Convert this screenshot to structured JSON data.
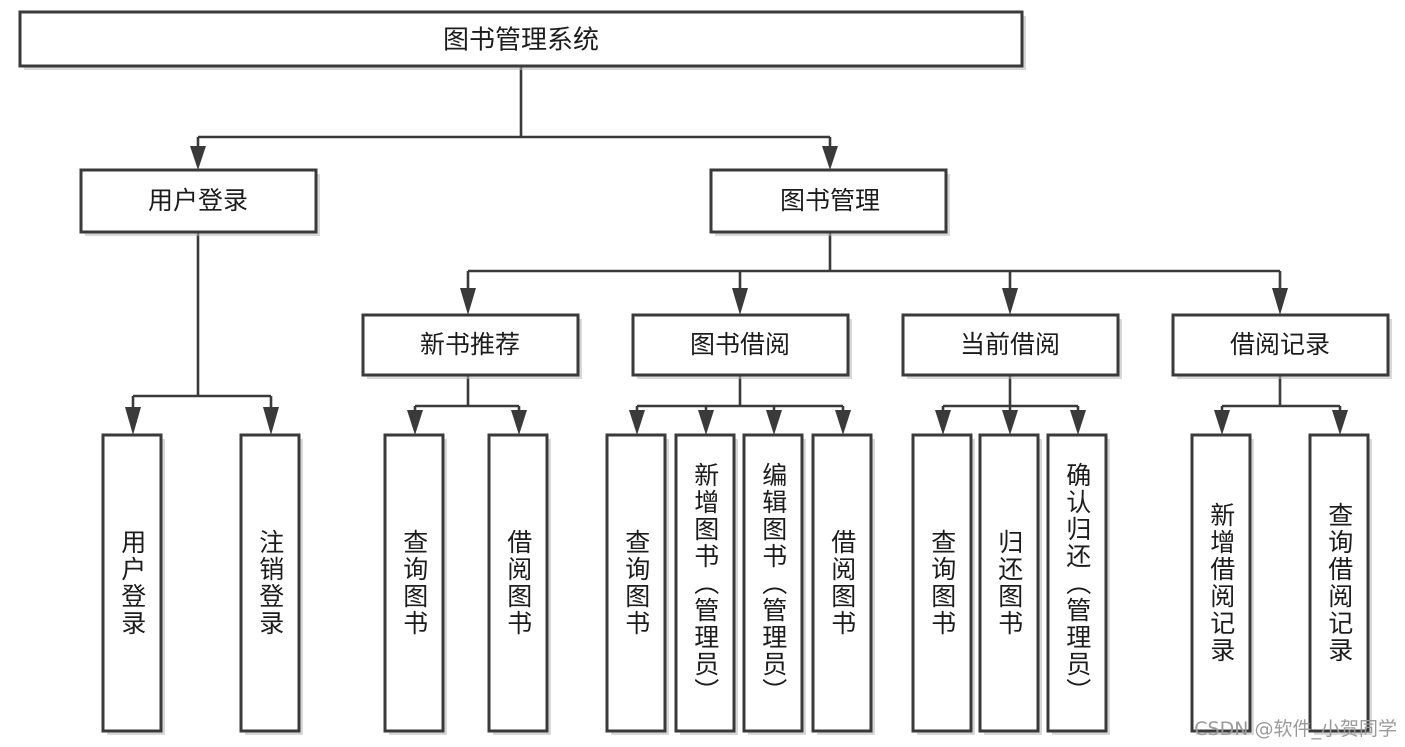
{
  "diagram": {
    "title": "图书管理系统",
    "type": "tree",
    "watermark": "CSDN @软件_小贺同学",
    "colors": {
      "box_stroke": "#3a3a3a",
      "box_fill": "#ffffff",
      "connector": "#3a3a3a",
      "text": "#1c1c1c",
      "watermark": "#9a9a9a"
    },
    "nodes": {
      "root": {
        "label": "图书管理系统",
        "level": 1,
        "orientation": "horizontal"
      },
      "l2": [
        {
          "label": "用户登录",
          "level": 2,
          "orientation": "horizontal"
        },
        {
          "label": "图书管理",
          "level": 2,
          "orientation": "horizontal"
        }
      ],
      "l3": [
        {
          "label": "新书推荐",
          "level": 3,
          "orientation": "horizontal"
        },
        {
          "label": "图书借阅",
          "level": 3,
          "orientation": "horizontal"
        },
        {
          "label": "当前借阅",
          "level": 3,
          "orientation": "horizontal"
        },
        {
          "label": "借阅记录",
          "level": 3,
          "orientation": "horizontal"
        }
      ],
      "leaves": {
        "user_login": [
          {
            "label": "用户登录",
            "orientation": "vertical"
          },
          {
            "label": "注销登录",
            "orientation": "vertical"
          }
        ],
        "new_book": [
          {
            "label": "查询图书",
            "orientation": "vertical"
          },
          {
            "label": "借阅图书",
            "orientation": "vertical"
          }
        ],
        "book_borrow": [
          {
            "label": "查询图书",
            "orientation": "vertical"
          },
          {
            "label": "新增图书（管理员）",
            "orientation": "vertical"
          },
          {
            "label": "编辑图书（管理员）",
            "orientation": "vertical"
          },
          {
            "label": "借阅图书",
            "orientation": "vertical"
          }
        ],
        "current_borrow": [
          {
            "label": "查询图书",
            "orientation": "vertical"
          },
          {
            "label": "归还图书",
            "orientation": "vertical"
          },
          {
            "label": "确认归还（管理员）",
            "orientation": "vertical"
          }
        ],
        "borrow_record": [
          {
            "label": "新增借阅记录",
            "orientation": "vertical"
          },
          {
            "label": "查询借阅记录",
            "orientation": "vertical"
          }
        ]
      }
    },
    "edges": [
      {
        "from": "图书管理系统",
        "to": "用户登录"
      },
      {
        "from": "图书管理系统",
        "to": "图书管理"
      },
      {
        "from": "用户登录",
        "to": "用户登录"
      },
      {
        "from": "用户登录",
        "to": "注销登录"
      },
      {
        "from": "图书管理",
        "to": "新书推荐"
      },
      {
        "from": "图书管理",
        "to": "图书借阅"
      },
      {
        "from": "图书管理",
        "to": "当前借阅"
      },
      {
        "from": "图书管理",
        "to": "借阅记录"
      },
      {
        "from": "新书推荐",
        "to": "查询图书"
      },
      {
        "from": "新书推荐",
        "to": "借阅图书"
      },
      {
        "from": "图书借阅",
        "to": "查询图书"
      },
      {
        "from": "图书借阅",
        "to": "新增图书（管理员）"
      },
      {
        "from": "图书借阅",
        "to": "编辑图书（管理员）"
      },
      {
        "from": "图书借阅",
        "to": "借阅图书"
      },
      {
        "from": "当前借阅",
        "to": "查询图书"
      },
      {
        "from": "当前借阅",
        "to": "归还图书"
      },
      {
        "from": "当前借阅",
        "to": "确认归还（管理员）"
      },
      {
        "from": "借阅记录",
        "to": "新增借阅记录"
      },
      {
        "from": "借阅记录",
        "to": "查询借阅记录"
      }
    ]
  }
}
